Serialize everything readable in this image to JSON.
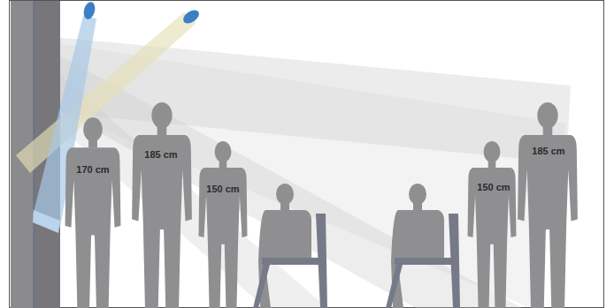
{
  "diagram": {
    "labels": [
      "170 cm",
      "185 cm",
      "150 cm",
      "150 cm",
      "185 cm"
    ]
  }
}
